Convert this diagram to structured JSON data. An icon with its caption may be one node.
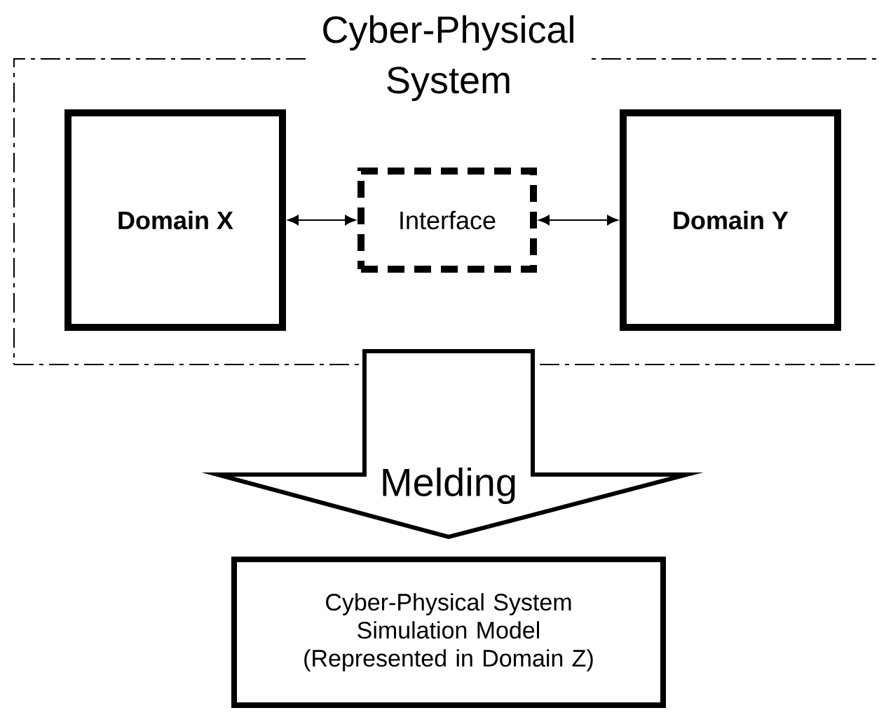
{
  "diagram": {
    "nodes": [
      {
        "text": [
          "Cyber-Physical System"
        ]
      },
      {
        "text": [
          "Domain X"
        ],
        "in": 0
      },
      {
        "text": [
          "Interface"
        ],
        "in": 0
      },
      {
        "text": [
          "Domain Y"
        ],
        "in": 0
      },
      {
        "text": [
          "Cyber-Physical System Simulation Model (Represented in Domain Z)"
        ]
      }
    ],
    "edges": [
      {
        "from": 1,
        "to": 2,
        "arrow": "both"
      },
      {
        "from": 2,
        "to": 3,
        "arrow": "both"
      },
      {
        "from": 0,
        "to": 4,
        "arrow": "to",
        "label": "Melding",
        "style": "thick"
      }
    ]
  }
}
